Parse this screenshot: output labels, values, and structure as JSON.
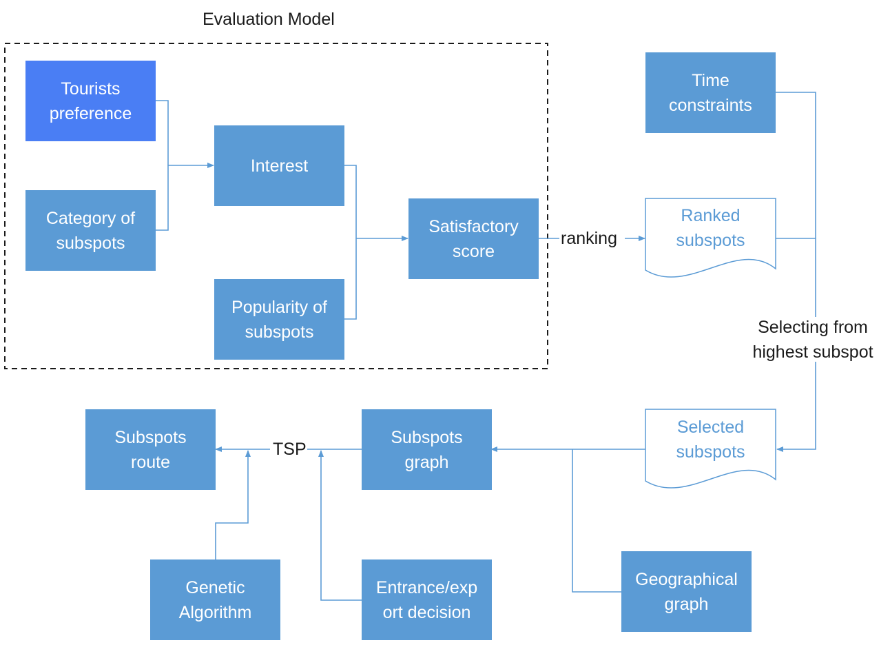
{
  "group": {
    "title": "Evaluation Model"
  },
  "nodes": {
    "tourists_preference": {
      "lines": [
        "Tourists",
        "preference"
      ],
      "color": "#4a7ef4"
    },
    "category_of_subspots": {
      "lines": [
        "Category of",
        "subspots"
      ],
      "color": "#5b9bd5"
    },
    "interest": {
      "lines": [
        "Interest"
      ],
      "color": "#5b9bd5"
    },
    "popularity_of_subspots": {
      "lines": [
        "Popularity of",
        "subspots"
      ],
      "color": "#5b9bd5"
    },
    "satisfactory_score": {
      "lines": [
        "Satisfactory",
        "score"
      ],
      "color": "#5b9bd5"
    },
    "time_constraints": {
      "lines": [
        "Time",
        "constraints"
      ],
      "color": "#5b9bd5"
    },
    "ranked_subspots": {
      "lines": [
        "Ranked",
        "subspots"
      ],
      "color": "#5b9bd5"
    },
    "selected_subspots": {
      "lines": [
        "Selected",
        "subspots"
      ],
      "color": "#5b9bd5"
    },
    "subspots_graph": {
      "lines": [
        "Subspots",
        "graph"
      ],
      "color": "#5b9bd5"
    },
    "subspots_route": {
      "lines": [
        "Subspots",
        "route"
      ],
      "color": "#5b9bd5"
    },
    "genetic_algorithm": {
      "lines": [
        "Genetic",
        "Algorithm"
      ],
      "color": "#5b9bd5"
    },
    "entrance_export_decision": {
      "lines": [
        "Entrance/exp",
        "ort decision"
      ],
      "color": "#5b9bd5"
    },
    "geographical_graph": {
      "lines": [
        "Geographical",
        "graph"
      ],
      "color": "#5b9bd5"
    }
  },
  "edge_labels": {
    "ranking": "ranking",
    "selecting": [
      "Selecting from",
      "highest subspot"
    ],
    "tsp": "TSP"
  },
  "edges": [
    {
      "from": "tourists_preference",
      "to": "interest"
    },
    {
      "from": "category_of_subspots",
      "to": "interest"
    },
    {
      "from": "interest",
      "to": "satisfactory_score"
    },
    {
      "from": "popularity_of_subspots",
      "to": "satisfactory_score"
    },
    {
      "from": "satisfactory_score",
      "to": "ranked_subspots",
      "label": "ranking"
    },
    {
      "from": "time_constraints",
      "to": "selected_subspots"
    },
    {
      "from": "ranked_subspots",
      "to": "selected_subspots",
      "label": "selecting"
    },
    {
      "from": "selected_subspots",
      "to": "subspots_graph"
    },
    {
      "from": "geographical_graph",
      "to": "subspots_graph"
    },
    {
      "from": "subspots_graph",
      "to": "subspots_route",
      "label": "tsp"
    },
    {
      "from": "genetic_algorithm",
      "to": "subspots_route"
    },
    {
      "from": "entrance_export_decision",
      "to": "subspots_route"
    }
  ],
  "colors": {
    "line": "#5b9bd5",
    "text": "#1a1a1a",
    "highlight": "#4a7ef4"
  }
}
